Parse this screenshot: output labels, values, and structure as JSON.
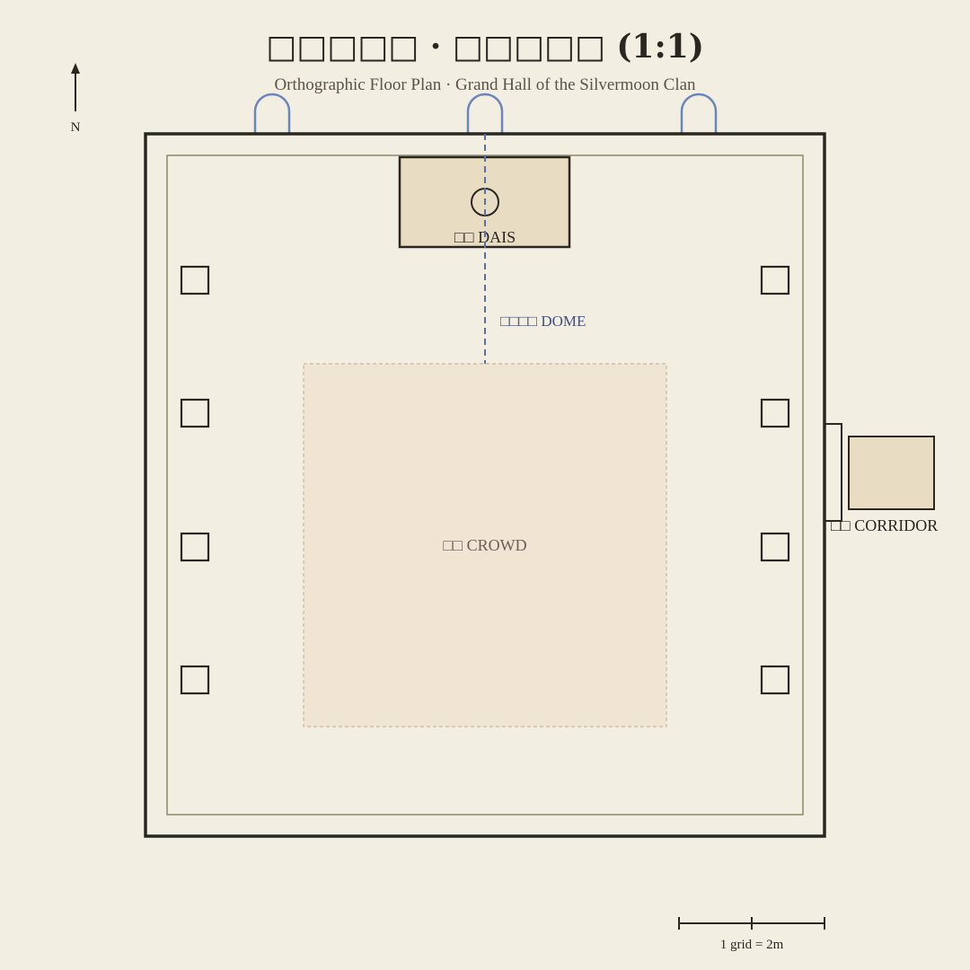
{
  "header": {
    "title": "□□□□□ · □□□□□ (1:1)",
    "subtitle": "Orthographic Floor Plan · Grand Hall of the Silvermoon Clan"
  },
  "compass": {
    "label": "N"
  },
  "zones": {
    "dais_label": "□□ DAIS",
    "dome_label": "□□□□ DOME",
    "crowd_label": "□□ CROWD",
    "corridor_label": "□□ CORRIDOR"
  },
  "scale": {
    "label": "1 grid = 2m"
  },
  "colors": {
    "background": "#f3eee2",
    "wall": "#2a2622",
    "inner_wall": "#8a8a6a",
    "dais_fill": "#e8dcc2",
    "crowd_fill": "#efe5d2",
    "arch_blue": "#6b86bf",
    "dome_line": "#5570b0"
  }
}
